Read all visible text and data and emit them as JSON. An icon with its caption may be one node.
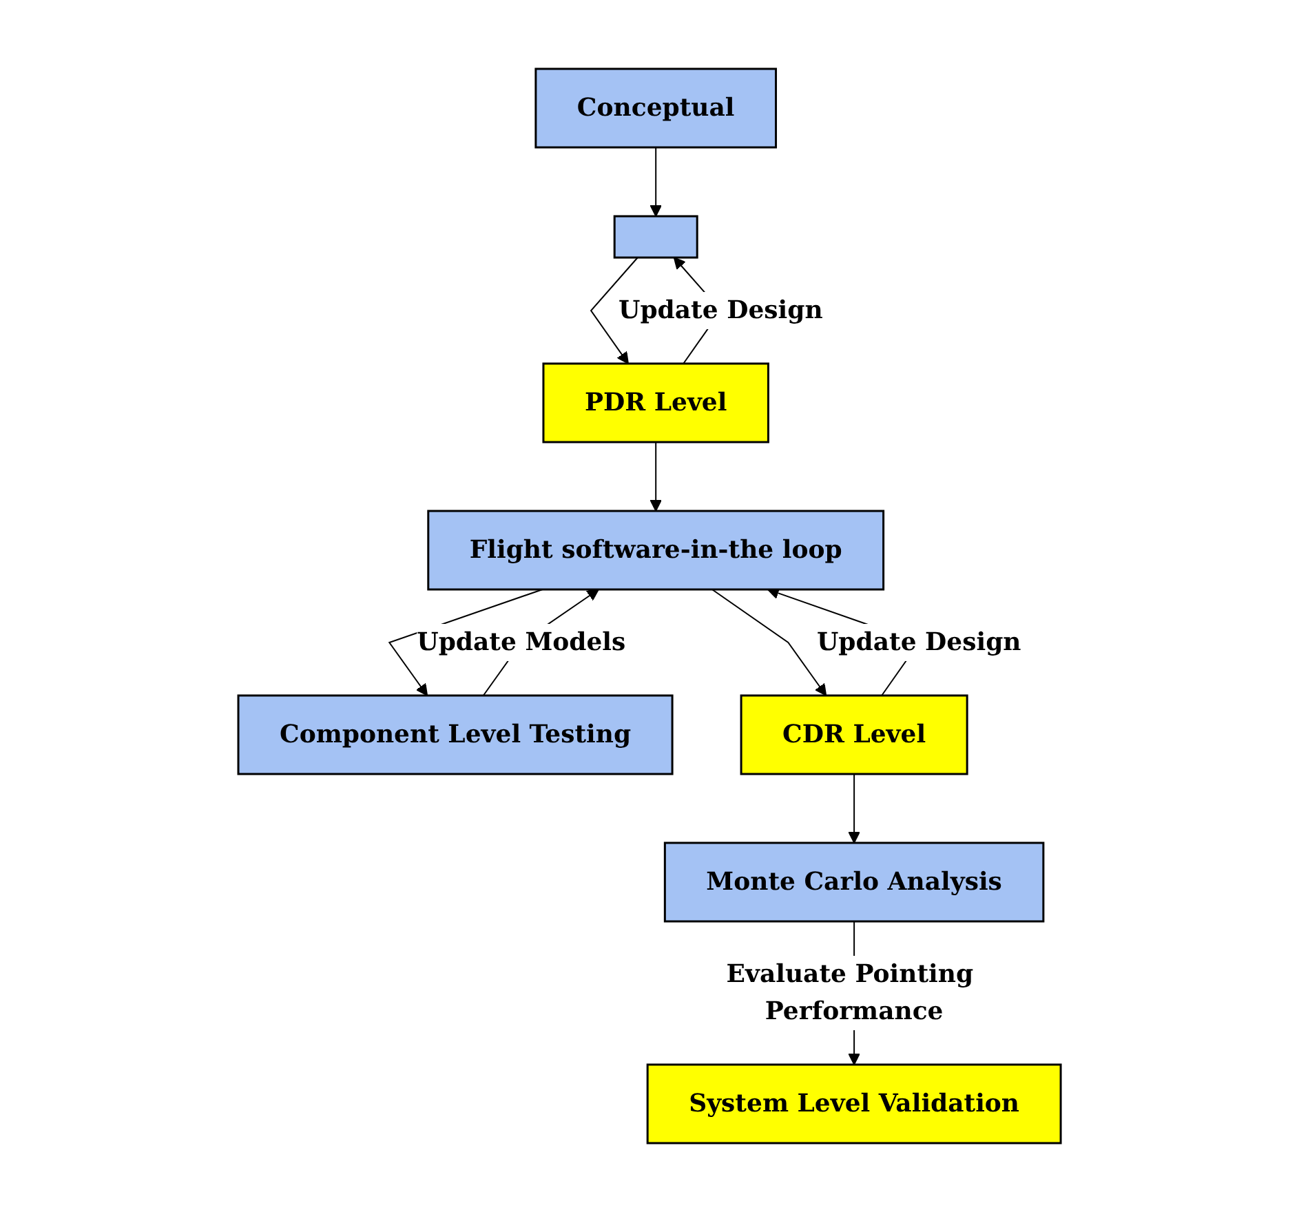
{
  "diagram": {
    "nodes": [
      {
        "text": [
          "Conceptual"
        ]
      },
      {
        "text": [],
        "shape": "box"
      },
      {
        "text": [
          "PDR Level"
        ]
      },
      {
        "text": [
          "Flight software-in-the loop"
        ]
      },
      {
        "text": [
          "Component Level Testing"
        ]
      },
      {
        "text": [
          "CDR Level"
        ]
      },
      {
        "text": [
          "Monte Carlo Analysis"
        ]
      },
      {
        "text": [
          "System Level Validation"
        ]
      }
    ],
    "edges": [
      {
        "from": 0,
        "to": 1,
        "arrow": "to"
      },
      {
        "from": 1,
        "to": 2,
        "arrow": "to"
      },
      {
        "from": 2,
        "to": 1,
        "arrow": "to",
        "label": "Update Design"
      },
      {
        "from": 2,
        "to": 3,
        "arrow": "to"
      },
      {
        "from": 4,
        "to": 3,
        "arrow": "to",
        "label": "Update Models"
      },
      {
        "from": 3,
        "to": 5,
        "arrow": "to"
      },
      {
        "from": 3,
        "to": 4,
        "arrow": "to"
      },
      {
        "from": 5,
        "to": 3,
        "arrow": "to",
        "label": "Update Design"
      },
      {
        "from": 5,
        "to": 6,
        "arrow": "to"
      },
      {
        "from": 6,
        "to": 7,
        "arrow": "to",
        "label": "Evaluate Pointing Performance"
      }
    ]
  }
}
